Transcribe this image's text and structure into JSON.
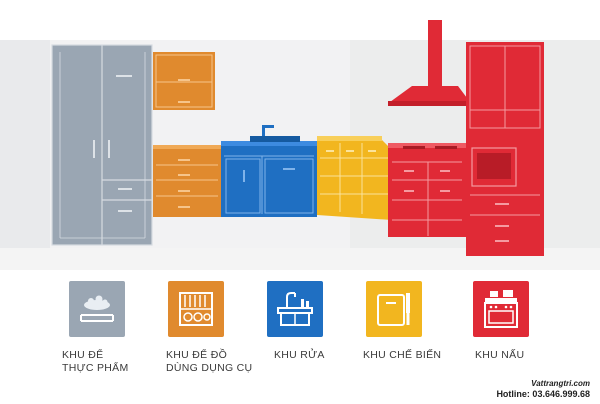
{
  "colors": {
    "food": "#9aa6b3",
    "tools": "#e08a2e",
    "wash": "#1f6fc2",
    "prep": "#f2b61f",
    "cook": "#e02a36"
  },
  "zones": [
    {
      "key": "food",
      "label_line1": "KHU ĐỂ",
      "label_line2": "THỰC PHẨM",
      "icon": "food-storage-icon"
    },
    {
      "key": "tools",
      "label_line1": "KHU ĐỂ ĐỒ",
      "label_line2": "DÙNG DỤNG CỤ",
      "icon": "dish-rack-icon"
    },
    {
      "key": "wash",
      "label_line1": "KHU RỬA",
      "label_line2": "",
      "icon": "sink-faucet-icon"
    },
    {
      "key": "prep",
      "label_line1": "KHU CHẾ BIẾN",
      "label_line2": "",
      "icon": "cutting-board-knife-icon"
    },
    {
      "key": "cook",
      "label_line1": "KHU NẤU",
      "label_line2": "",
      "icon": "stove-oven-icon"
    }
  ],
  "brand": {
    "site": "Vattrangtri.com",
    "hotline": "Hotline: 03.646.999.68"
  }
}
